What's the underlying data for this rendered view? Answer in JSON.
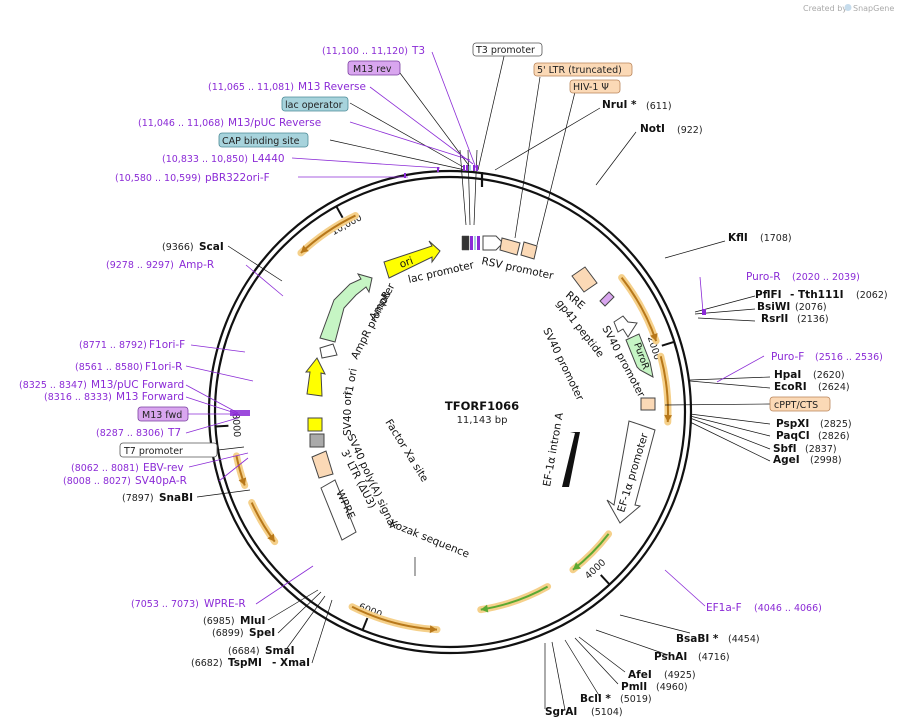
{
  "credit": {
    "created_by": "Created by",
    "brand": "SnapGene"
  },
  "center": {
    "name": "TFORF1066",
    "size": "11,143 bp"
  },
  "ticks": [
    {
      "pos": 2000,
      "label": "2000"
    },
    {
      "pos": 4000,
      "label": "4000"
    },
    {
      "pos": 6000,
      "label": "6000"
    },
    {
      "pos": 8000,
      "label": "8000"
    },
    {
      "pos": 10000,
      "label": "10,000"
    }
  ],
  "top_labels": {
    "t3_promoter": "T3 promoter",
    "ltr5": "5' LTR (truncated)",
    "hiv_psi": "HIV-1 Ψ",
    "nrui": "NruI *",
    "nrui_pos": "(611)",
    "noti": "NotI",
    "noti_pos": "(922)"
  },
  "left_labels": {
    "t3_pos": "(11,100 .. 11,120)",
    "t3": "T3",
    "m13rev": "M13 rev",
    "m13reverse_pos": "(11,065 .. 11,081)",
    "m13reverse": "M13 Reverse",
    "lac_operator": "lac operator",
    "m13puc_rev_pos": "(11,046 .. 11,068)",
    "m13puc_rev": "M13/pUC Reverse",
    "cap_site": "CAP binding site",
    "l4440_pos": "(10,833 .. 10,850)",
    "l4440": "L4440",
    "pbr322_pos": "(10,580 .. 10,599)",
    "pbr322": "pBR322ori-F",
    "scai_pos": "(9366)",
    "scai": "ScaI",
    "ampr_pos": "(9278 .. 9297)",
    "ampr": "Amp-R",
    "f1orif_pos": "(8771 .. 8792)",
    "f1orif": "F1ori-F",
    "f1orir_pos": "(8561 .. 8580)",
    "f1orir": "F1ori-R",
    "m13puc_fwd_pos": "(8325 .. 8347)",
    "m13puc_fwd": "M13/pUC Forward",
    "m13forward_pos": "(8316 .. 8333)",
    "m13forward": "M13 Forward",
    "m13fwd": "M13 fwd",
    "t7_pos": "(8287 .. 8306)",
    "t7": "T7",
    "t7promoter": "T7 promoter",
    "ebvrev_pos": "(8062 .. 8081)",
    "ebvrev": "EBV-rev",
    "sv40par_pos": "(8008 .. 8027)",
    "sv40par": "SV40pA-R",
    "snabi_pos": "(7897)",
    "snabi": "SnaBI",
    "wprer_pos": "(7053 .. 7073)",
    "wprer": "WPRE-R",
    "mlui_pos": "(6985)",
    "mlui": "MluI",
    "spei_pos": "(6899)",
    "spei": "SpeI",
    "smai_pos": "(6684)",
    "smai": "SmaI",
    "tspmi_pos": "(6682)",
    "tspmi": "TspMI",
    "xmai": "- XmaI"
  },
  "right_labels": {
    "kfli": "KflI",
    "kfli_pos": "(1708)",
    "puror": "Puro-R",
    "puror_pos": "(2020 .. 2039)",
    "pflfi": "PflFI",
    "tth111i": "- Tth111I",
    "pflfi_pos": "(2062)",
    "bsiwi": "BsiWI",
    "bsiwi_pos": "(2076)",
    "rsrii": "RsrII",
    "rsrii_pos": "(2136)",
    "purof": "Puro-F",
    "purof_pos": "(2516 .. 2536)",
    "hpai": "HpaI",
    "hpai_pos": "(2620)",
    "ecori": "EcoRI",
    "ecori_pos": "(2624)",
    "cppt": "cPPT/CTS",
    "pspxi": "PspXI",
    "pspxi_pos": "(2825)",
    "paqci": "PaqCI",
    "paqci_pos": "(2826)",
    "sbfi": "SbfI",
    "sbfi_pos": "(2837)",
    "agei": "AgeI",
    "agei_pos": "(2998)",
    "ef1af": "EF1a-F",
    "ef1af_pos": "(4046 .. 4066)"
  },
  "bottom_labels": {
    "bsabi": "BsaBI *",
    "bsabi_pos": "(4454)",
    "pshai": "PshAI",
    "pshai_pos": "(4716)",
    "afei": "AfeI",
    "afei_pos": "(4925)",
    "pmli": "PmlI",
    "pmli_pos": "(4960)",
    "bcli": "BclI *",
    "bcli_pos": "(5019)",
    "sgrai": "SgrAI",
    "sgrai_pos": "(5104)"
  },
  "inner_labels": {
    "ori": "ori",
    "lac_promoter": "lac promoter",
    "rsv_promoter": "RSV promoter",
    "rre": "RRE",
    "gp41": "gp41 peptide",
    "sv40_promoter_a": "SV40 promoter",
    "sv40_promoter_b": "SV40 promoter",
    "puror": "PuroR",
    "ampr": "AmpR",
    "ampr_promoter": "AmpR promoter",
    "f1ori": "f1 ori",
    "sv40ori": "SV40 ori",
    "sv40polya": "SV40 poly(A) signal",
    "ltr3": "3' LTR (ΔU3)",
    "factor_xa": "Factor Xa site",
    "wpre": "WPRE",
    "kozak": "Kozak sequence",
    "ef1a_intron": "EF-1α intron A",
    "ef1a_promoter": "EF-1α promoter"
  },
  "colors": {
    "purple": "#8b2bd6",
    "orange_fill": "#fbd9b6",
    "blue_fill": "#a7d3dc",
    "violet_fill": "#d9a6ef",
    "yellow": "#ffff00",
    "green_fill": "#c6f5c4",
    "orf_brown": "#b8781a",
    "orf_halo": "#f5d08a"
  }
}
